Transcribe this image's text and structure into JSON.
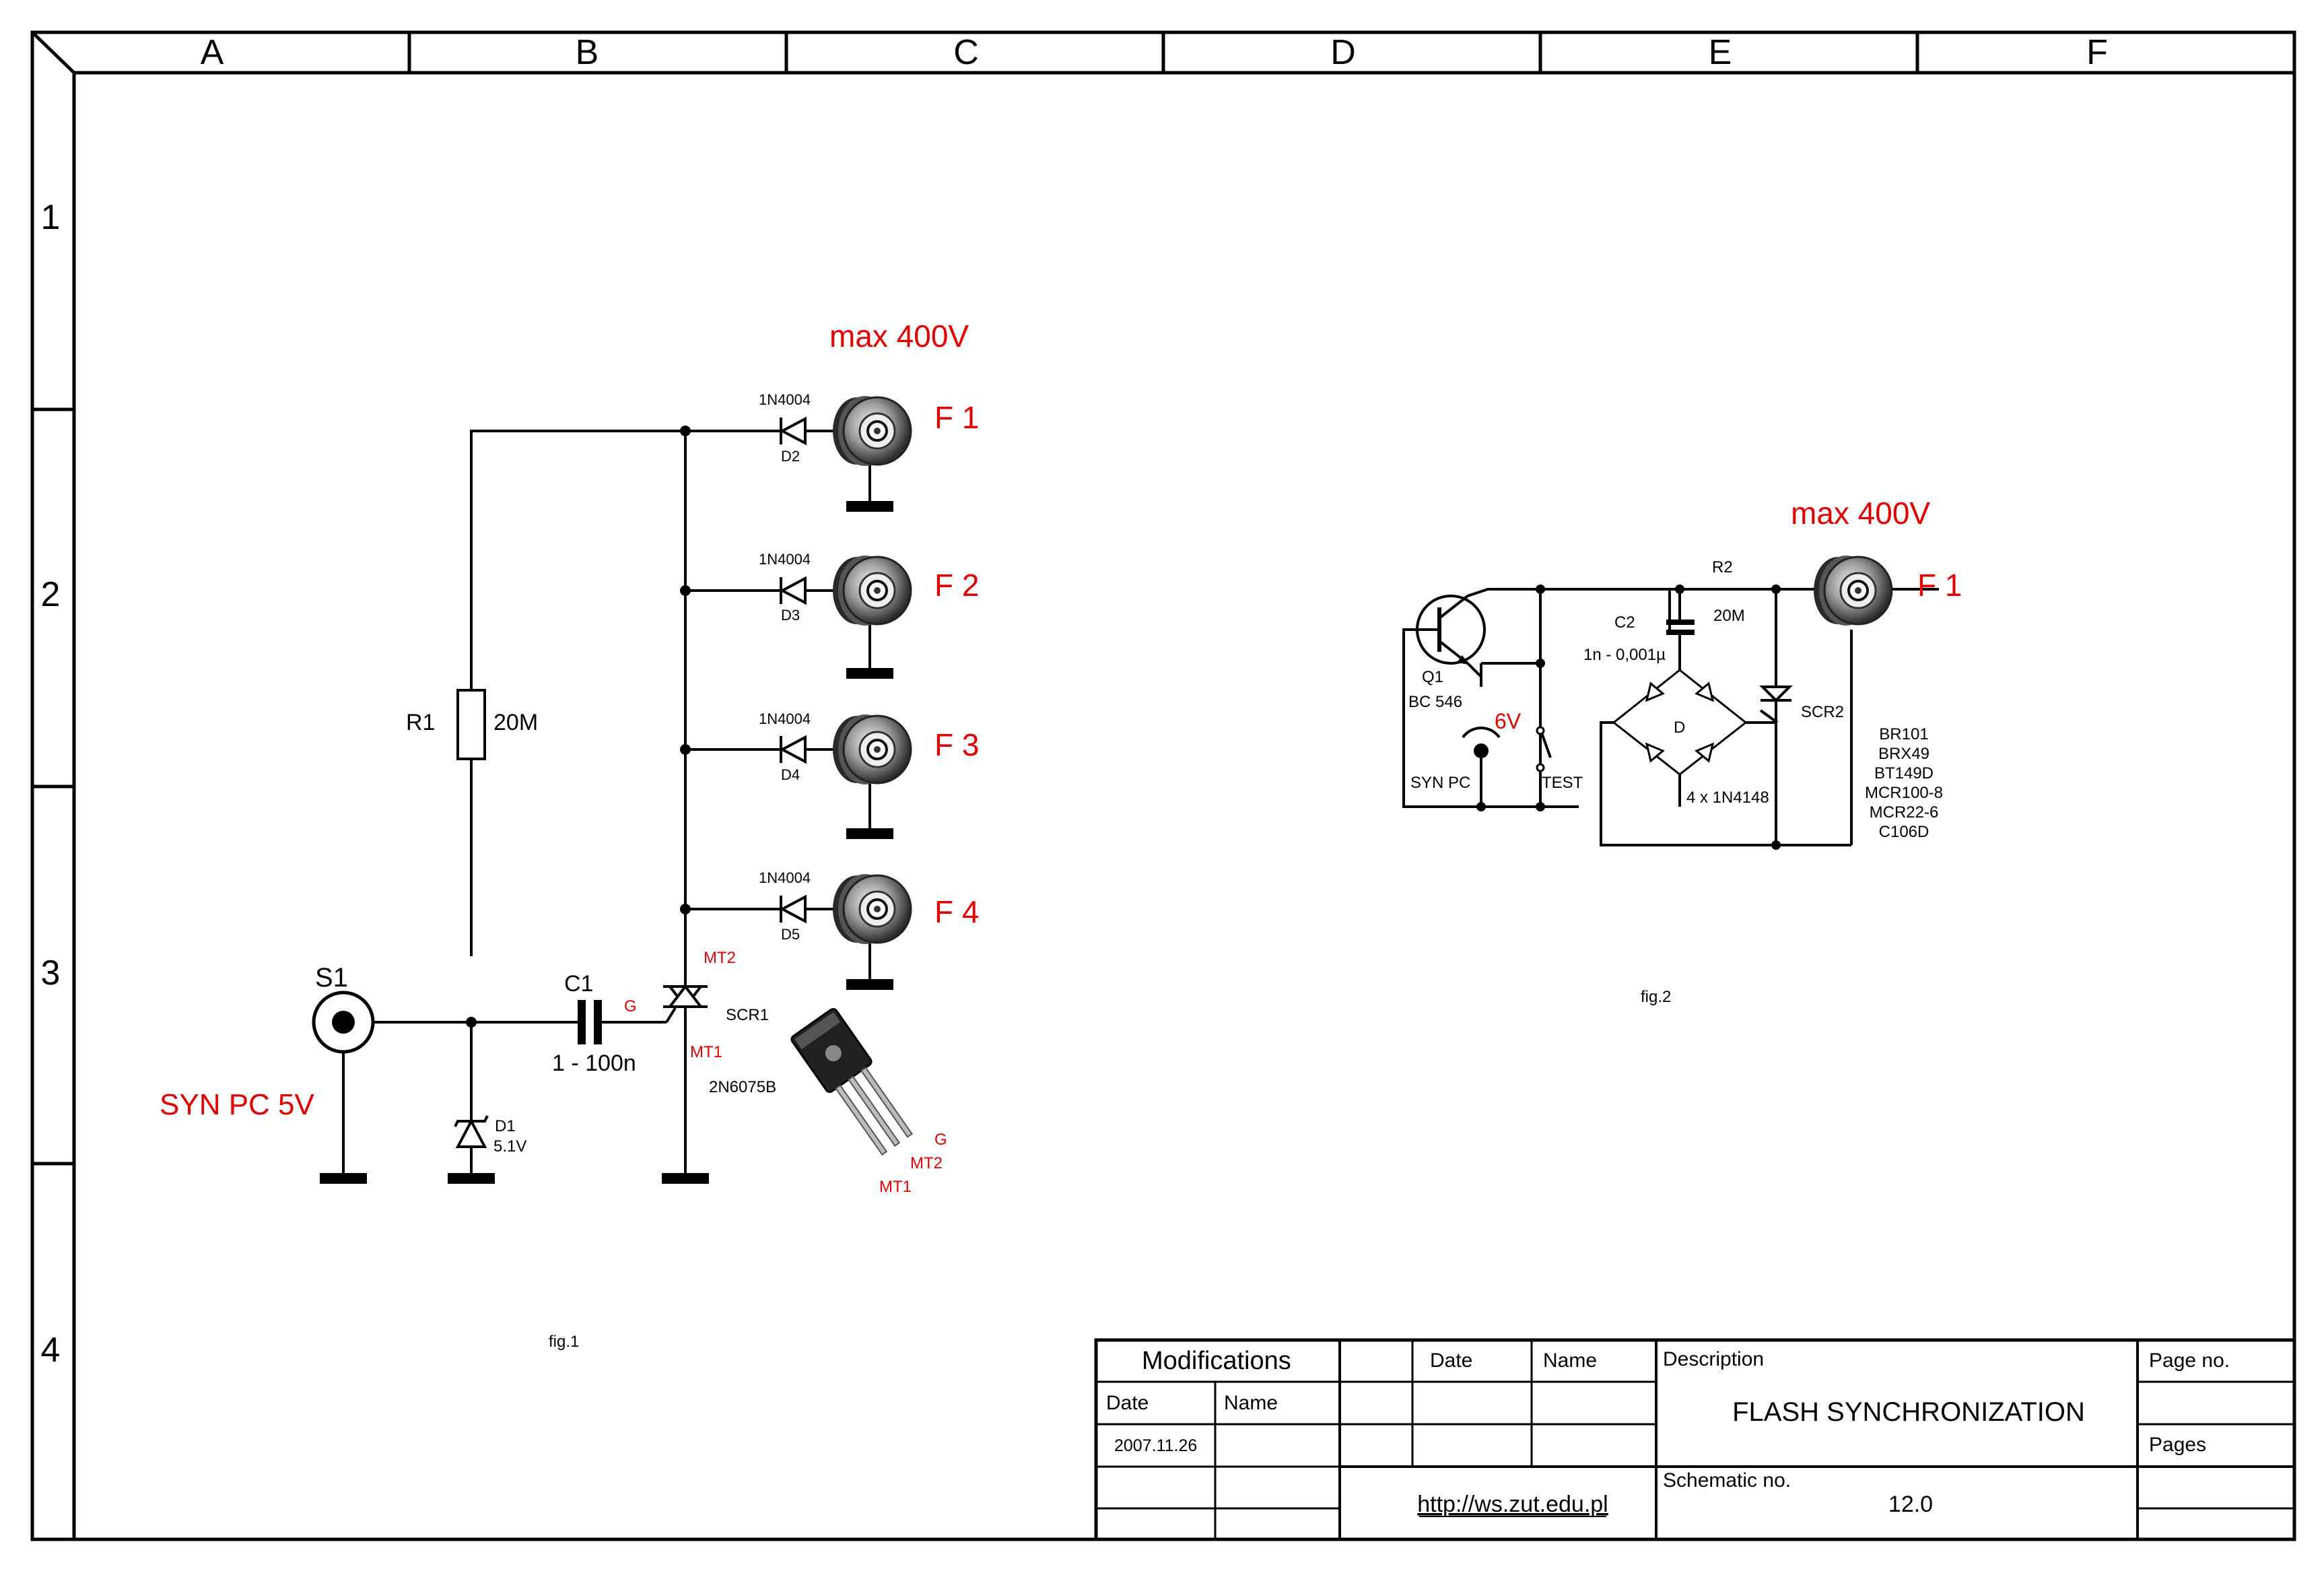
{
  "frame": {
    "columns": [
      "A",
      "B",
      "C",
      "D",
      "E",
      "F"
    ],
    "rows": [
      "1",
      "2",
      "3",
      "4"
    ]
  },
  "fig1": {
    "caption": "fig.1",
    "max_voltage": "max 400V",
    "s1": {
      "ref": "S1",
      "label": "SYN PC 5V"
    },
    "r1": {
      "ref": "R1",
      "value": "20M"
    },
    "c1": {
      "ref": "C1",
      "value": "1 - 100n"
    },
    "d1": {
      "ref": "D1",
      "value": "5.1V"
    },
    "scr1": {
      "ref": "SCR1",
      "part": "2N6075B",
      "g": "G",
      "mt1": "MT1",
      "mt2": "MT2"
    },
    "package_pins": {
      "g": "G",
      "mt2": "MT2",
      "mt1": "MT1"
    },
    "branches": [
      {
        "diode_part": "1N4004",
        "diode_ref": "D2",
        "flash": "F 1"
      },
      {
        "diode_part": "1N4004",
        "diode_ref": "D3",
        "flash": "F 2"
      },
      {
        "diode_part": "1N4004",
        "diode_ref": "D4",
        "flash": "F 3"
      },
      {
        "diode_part": "1N4004",
        "diode_ref": "D5",
        "flash": "F 4"
      }
    ]
  },
  "fig2": {
    "caption": "fig.2",
    "max_voltage": "max 400V",
    "flash": "F 1",
    "q1": {
      "ref": "Q1",
      "part": "BC 546"
    },
    "battery": "6V",
    "syn_pc": "SYN PC",
    "test": "TEST",
    "c2": {
      "ref": "C2",
      "value": "1n - 0,001µ"
    },
    "r2": {
      "ref": "R2",
      "value": "20M"
    },
    "bridge": {
      "ref": "D",
      "part": "4 x 1N4148"
    },
    "scr2": "SCR2",
    "alternatives": [
      "BR101",
      "BRX49",
      "BT149D",
      "MCR100-8",
      "MCR22-6",
      "C106D"
    ]
  },
  "title_block": {
    "modifications": "Modifications",
    "date_label": "Date",
    "name_label": "Name",
    "mod_date_label": "Date",
    "mod_name_label": "Name",
    "mod_date_value": "2007.11.26",
    "description_label": "Description",
    "description": "FLASH SYNCHRONIZATION",
    "page_no_label": "Page no.",
    "pages_label": "Pages",
    "schematic_no_label": "Schematic no.",
    "schematic_no": "12.0",
    "url": "http://ws.zut.edu.pl"
  }
}
